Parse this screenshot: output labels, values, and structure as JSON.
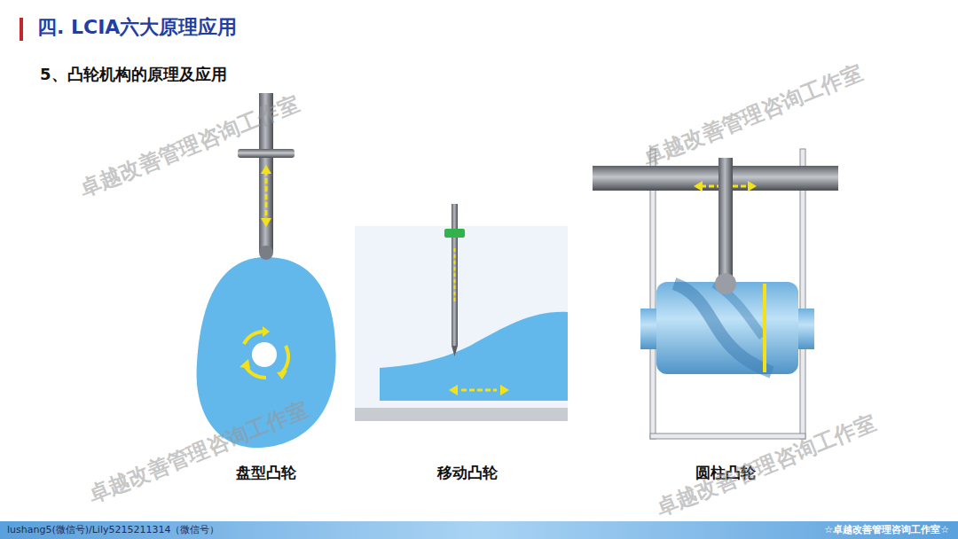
{
  "diagram": {
    "title": "四. LCIA六大原理应用",
    "labels": [
      "5、凸轮机构的原理及应用",
      "盘型凸轮",
      "移动凸轮",
      "圆柱凸轮",
      "卓越改善管理咨询工作室",
      "卓越改善管理咨询工作室",
      "卓越改善管理咨询工作室",
      "卓越改善管理咨询工作室",
      "lushang5(微信号)/Lily5215211314（微信号）",
      "☆卓越改善管理咨询工作室☆"
    ]
  }
}
